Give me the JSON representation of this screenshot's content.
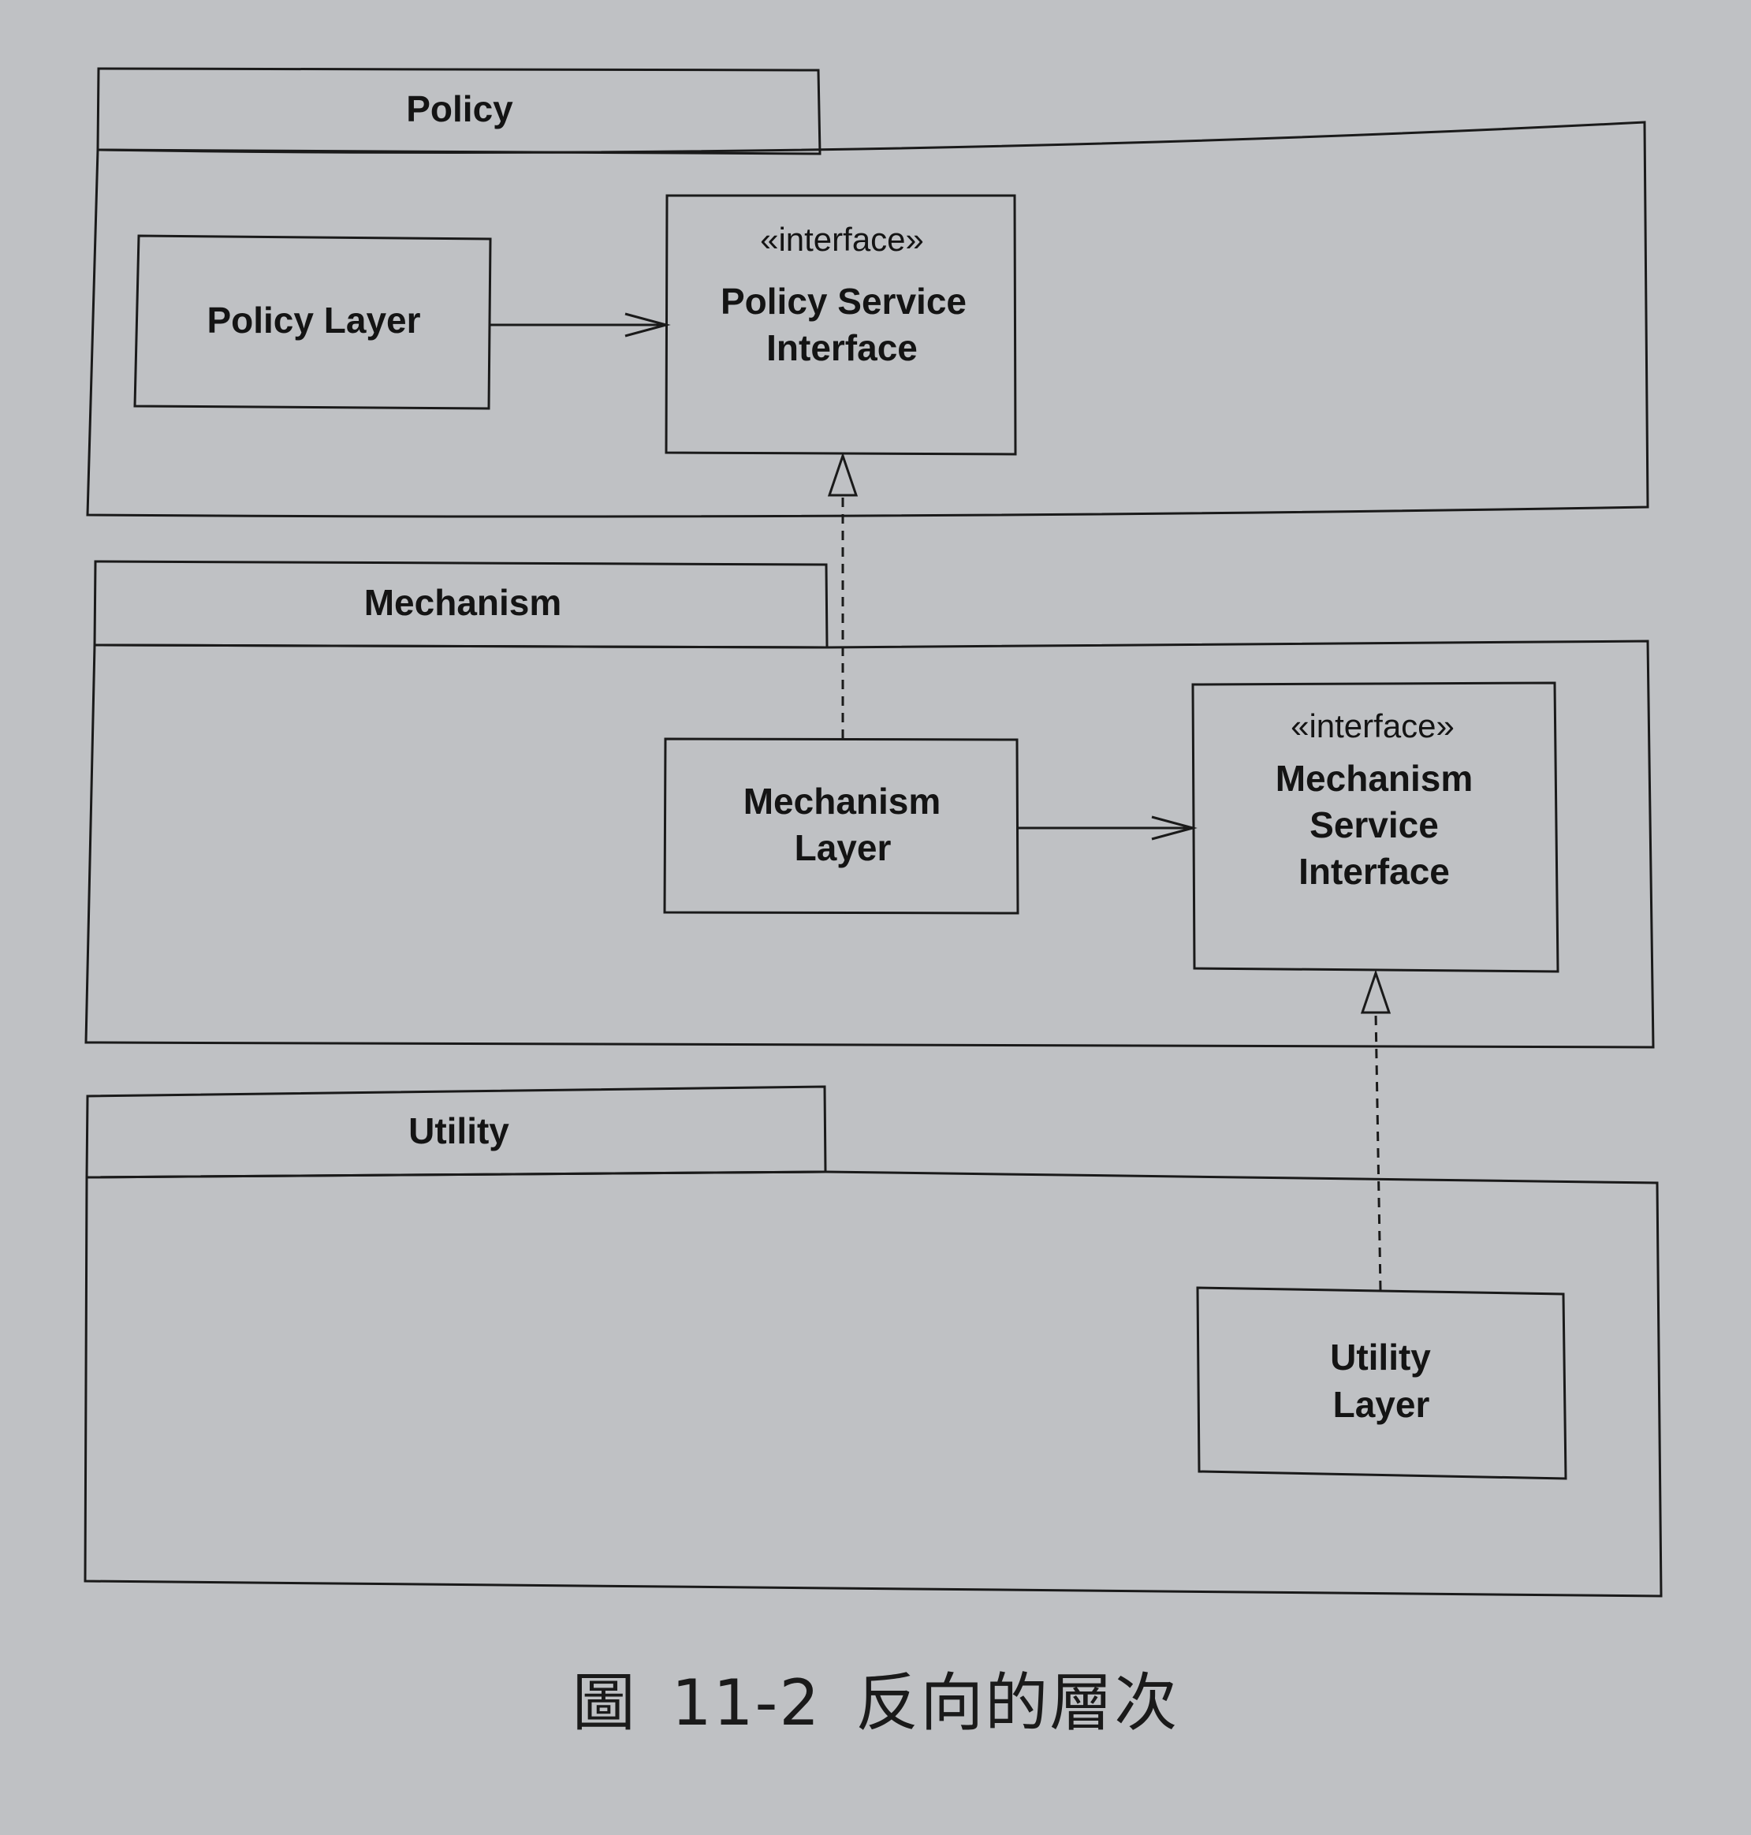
{
  "packages": {
    "policy": {
      "name": "Policy"
    },
    "mechanism": {
      "name": "Mechanism"
    },
    "utility": {
      "name": "Utility"
    }
  },
  "classes": {
    "policy_layer": {
      "lines": [
        "Policy Layer"
      ]
    },
    "policy_service_interface": {
      "stereotype": "«interface»",
      "lines": [
        "Policy Service",
        "Interface"
      ]
    },
    "mechanism_layer": {
      "lines": [
        "Mechanism",
        "Layer"
      ]
    },
    "mechanism_service_interface": {
      "stereotype": "«interface»",
      "lines": [
        "Mechanism",
        "Service",
        "Interface"
      ]
    },
    "utility_layer": {
      "lines": [
        "Utility",
        "Layer"
      ]
    }
  },
  "relationships": [
    {
      "from": "Policy Layer",
      "to": "Policy Service Interface",
      "kind": "dependency"
    },
    {
      "from": "Mechanism Layer",
      "to": "Policy Service Interface",
      "kind": "realization"
    },
    {
      "from": "Mechanism Layer",
      "to": "Mechanism Service Interface",
      "kind": "dependency"
    },
    {
      "from": "Utility Layer",
      "to": "Mechanism Service Interface",
      "kind": "realization"
    }
  ],
  "caption": {
    "label": "圖",
    "number": "11-2",
    "title": "反向的層次"
  }
}
